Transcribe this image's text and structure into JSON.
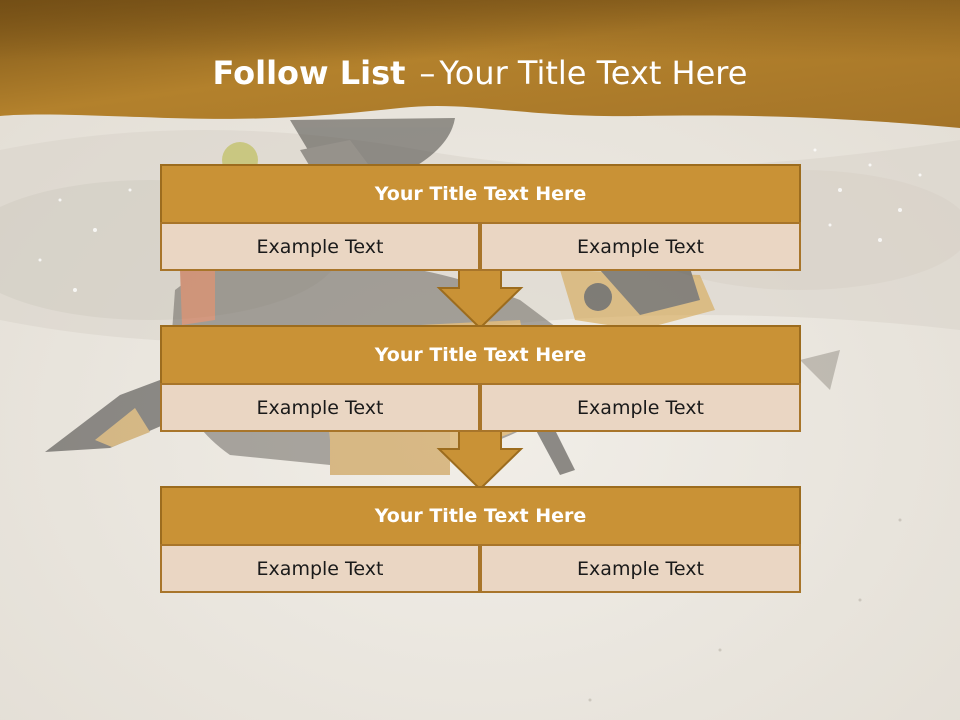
{
  "slide": {
    "title_bold": "Follow List",
    "title_sep": "–",
    "title_rest": "Your Title Text Here"
  },
  "blocks": [
    {
      "title": "Your Title Text Here",
      "left": "Example Text",
      "right": "Example Text"
    },
    {
      "title": "Your Title Text Here",
      "left": "Example Text",
      "right": "Example Text"
    },
    {
      "title": "Your Title Text Here",
      "left": "Example Text",
      "right": "Example Text"
    }
  ],
  "colors": {
    "header_band": "#b07d2e",
    "block_header": "#c99236",
    "cell_fill": "#ead6c3",
    "border": "#9c6c1e"
  }
}
